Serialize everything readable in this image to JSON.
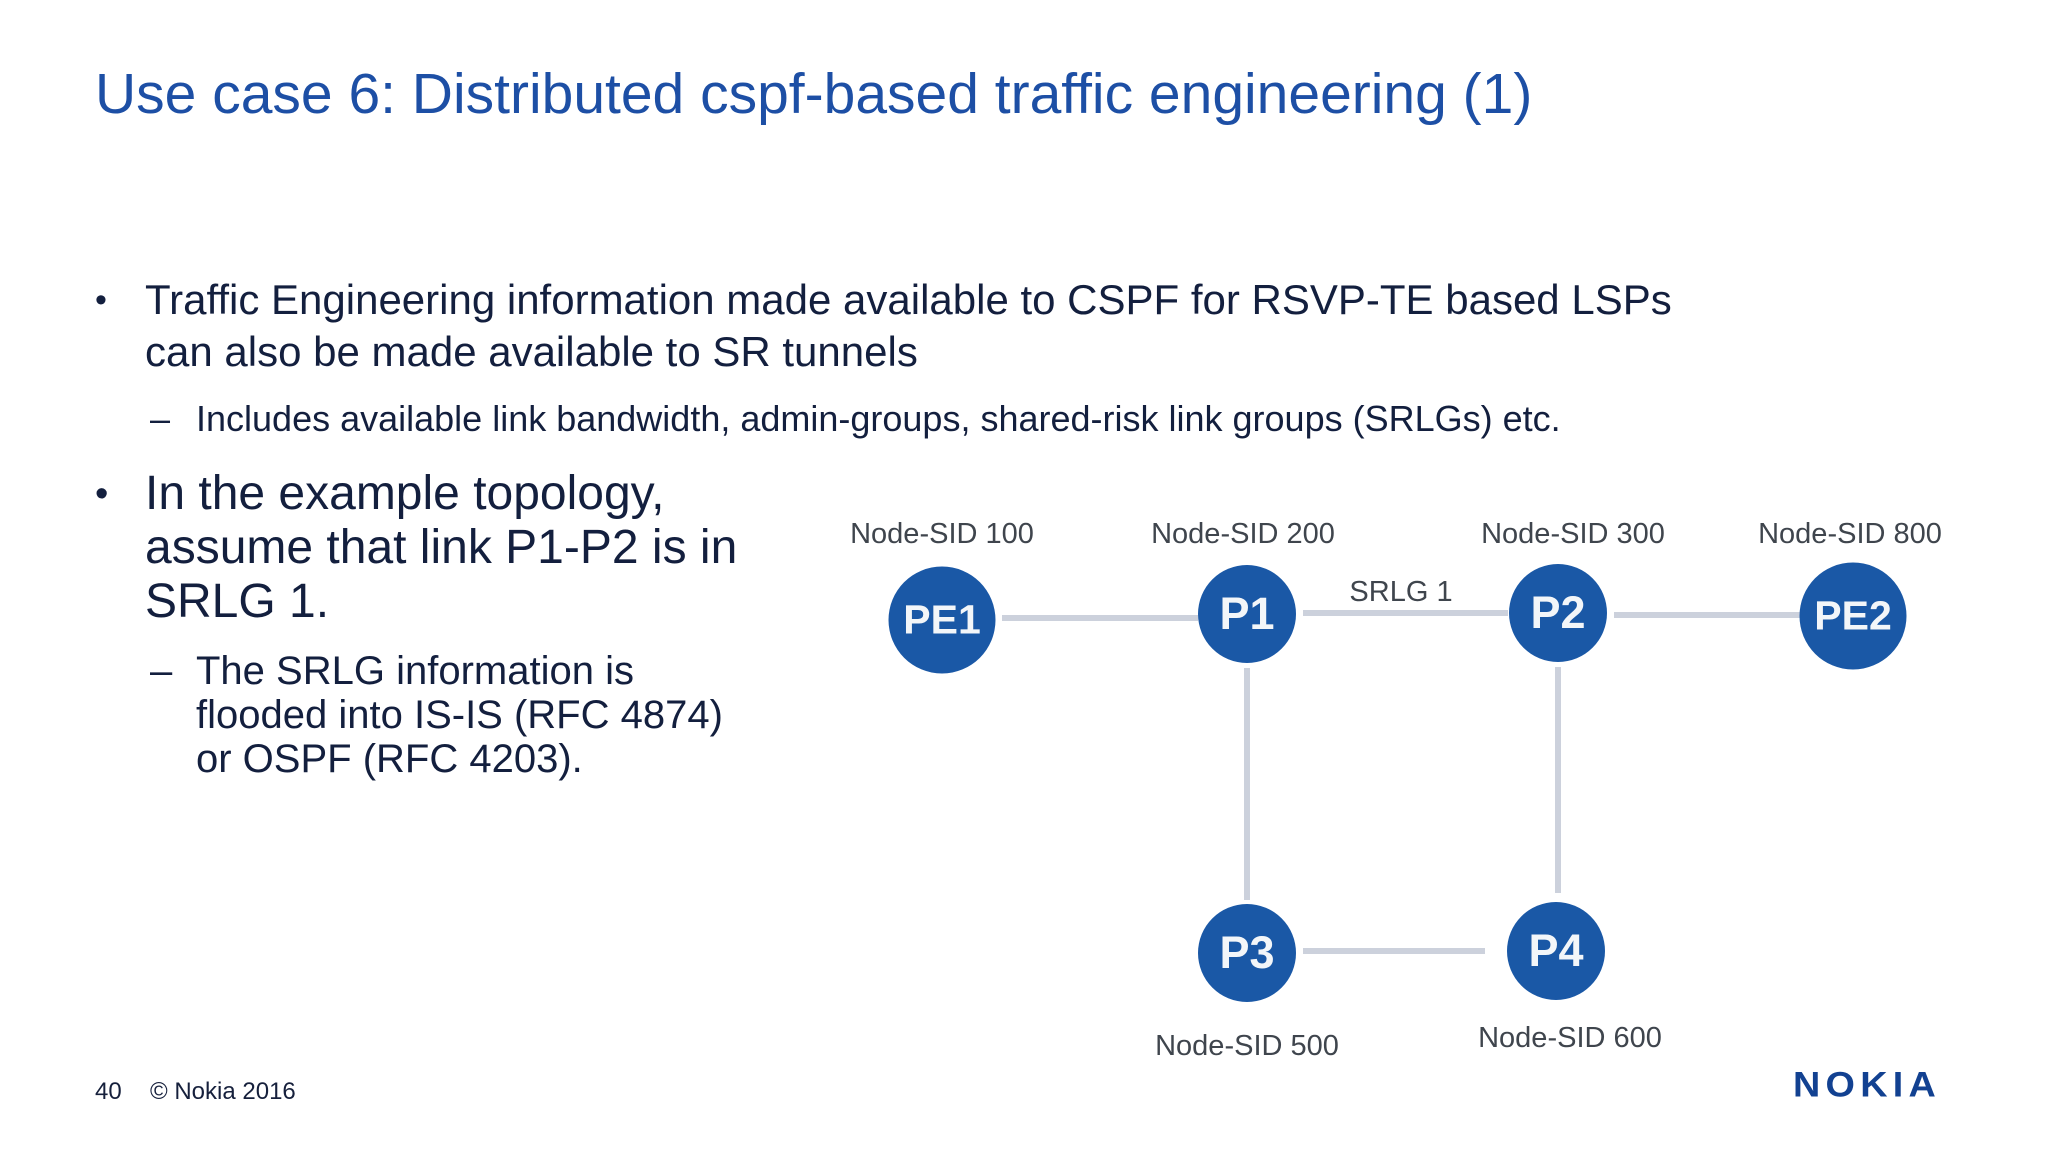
{
  "title": "Use case 6: Distributed cspf-based traffic engineering (1)",
  "content": {
    "bullets": [
      {
        "marker": "•",
        "lines": [
          "Traffic Engineering information made available to CSPF for RSVP-TE based LSPs",
          "can also be made available to SR tunnels"
        ]
      },
      {
        "marker": "–",
        "lines": [
          "Includes available link bandwidth, admin-groups, shared-risk link groups (SRLGs) etc."
        ]
      },
      {
        "marker": "•",
        "lines": [
          "In the example topology,",
          "assume that link P1-P2 is in",
          "SRLG 1."
        ]
      },
      {
        "marker": "–",
        "lines": [
          "The SRLG information is",
          "flooded into IS-IS (RFC 4874)",
          "or OSPF (RFC 4203)."
        ]
      }
    ]
  },
  "diagram": {
    "nodes": [
      {
        "id": "pe1",
        "label": "PE1",
        "sid": "Node-SID 100"
      },
      {
        "id": "p1",
        "label": "P1",
        "sid": "Node-SID 200"
      },
      {
        "id": "p2",
        "label": "P2",
        "sid": "Node-SID 300"
      },
      {
        "id": "pe2",
        "label": "PE2",
        "sid": "Node-SID 800"
      },
      {
        "id": "p3",
        "label": "P3",
        "sid": "Node-SID 500"
      },
      {
        "id": "p4",
        "label": "P4",
        "sid": "Node-SID 600"
      }
    ],
    "links": [
      "PE1-P1",
      "P1-P2",
      "P2-PE2",
      "P1-P3",
      "P2-P4",
      "P3-P4"
    ],
    "srlg_label": "SRLG 1"
  },
  "footer": {
    "page_number": "40",
    "copyright": "© Nokia 2016",
    "logo_text": "NOKIA"
  },
  "colors": {
    "title_blue": "#1d4fa5",
    "body_navy": "#131f3e",
    "node_blue": "#1a58a6",
    "node_text": "#f3f6f9",
    "link_gray": "#ccd1dc",
    "label_gray": "#3f454d",
    "nokia_blue": "#124191"
  }
}
